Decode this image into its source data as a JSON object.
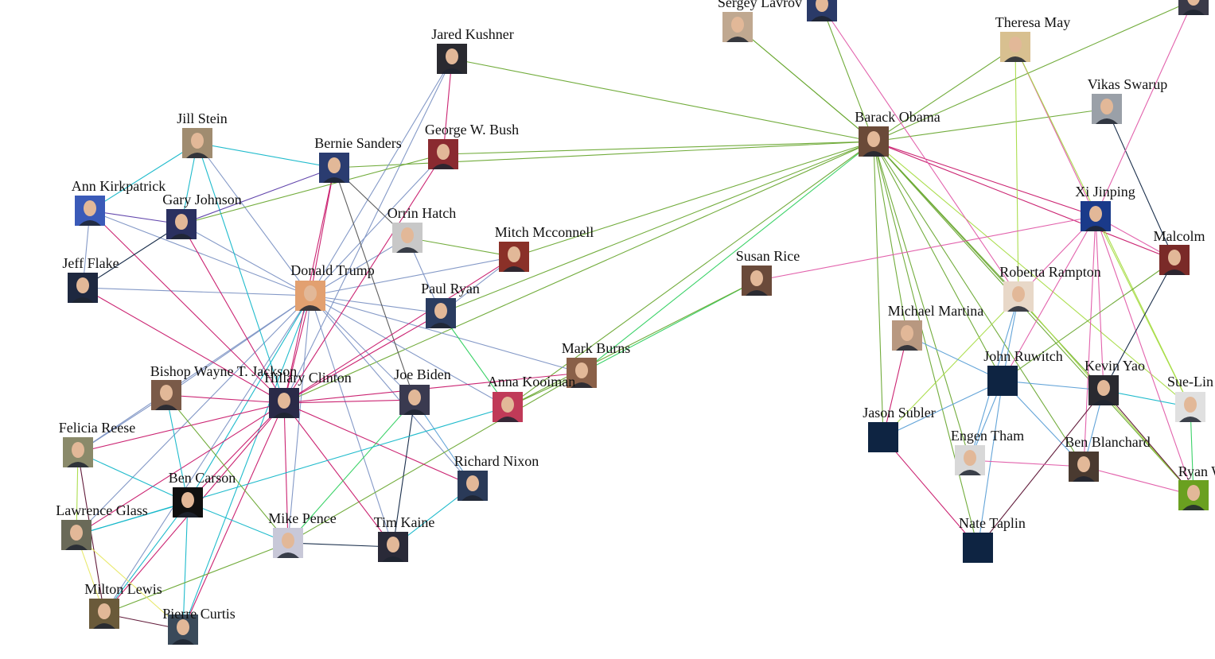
{
  "graph": {
    "colors": {
      "green": "#6aa832",
      "magenta": "#c8186a",
      "pink": "#e05aa8",
      "blue": "#5b9fd6",
      "teal": "#14b7c9",
      "steel": "#7d93c4",
      "purple": "#5a3ca8",
      "gray": "#555555",
      "lime": "#a8dc46",
      "yellow": "#e8e866",
      "brightgreen": "#30d060",
      "navy": "#0e2442",
      "darkred": "#5a1030"
    },
    "nodes": [
      {
        "id": "donald-trump",
        "label": "Donald Trump",
        "kind": "photo",
        "tone": "#e2a070"
      },
      {
        "id": "jared-kushner",
        "label": "Jared Kushner",
        "kind": "photo",
        "tone": "#2a2a30"
      },
      {
        "id": "jill-stein",
        "label": "Jill Stein",
        "kind": "photo",
        "tone": "#a08c70"
      },
      {
        "id": "bernie-sanders",
        "label": "Bernie Sanders",
        "kind": "photo",
        "tone": "#2a3c70"
      },
      {
        "id": "george-w-bush",
        "label": "George W. Bush",
        "kind": "photo",
        "tone": "#8a2a30"
      },
      {
        "id": "ann-kirkpatrick",
        "label": "Ann Kirkpatrick",
        "kind": "photo",
        "tone": "#3a5ab8"
      },
      {
        "id": "gary-johnson",
        "label": "Gary Johnson",
        "kind": "photo",
        "tone": "#2a3060"
      },
      {
        "id": "orrin-hatch",
        "label": "Orrin Hatch",
        "kind": "photo",
        "tone": "#c8c8c8"
      },
      {
        "id": "mitch-mcconnell",
        "label": "Mitch Mcconnell",
        "kind": "photo",
        "tone": "#8a3028"
      },
      {
        "id": "jeff-flake",
        "label": "Jeff Flake",
        "kind": "photo",
        "tone": "#1e2840"
      },
      {
        "id": "paul-ryan",
        "label": "Paul Ryan",
        "kind": "photo",
        "tone": "#2a3c60"
      },
      {
        "id": "susan-rice",
        "label": "Susan Rice",
        "kind": "photo",
        "tone": "#6a4a3a"
      },
      {
        "id": "mark-burns",
        "label": "Mark Burns",
        "kind": "photo",
        "tone": "#8a6048"
      },
      {
        "id": "bishop-wayne-t-jackson",
        "label": "Bishop Wayne T. Jackson",
        "kind": "photo",
        "tone": "#7a5a48"
      },
      {
        "id": "hillary-clinton",
        "label": "Hillary Clinton",
        "kind": "photo",
        "tone": "#2a2a48"
      },
      {
        "id": "joe-biden",
        "label": "Joe Biden",
        "kind": "photo",
        "tone": "#3a3a50"
      },
      {
        "id": "anna-kooiman",
        "label": "Anna Kooiman",
        "kind": "photo",
        "tone": "#c03a58"
      },
      {
        "id": "felicia-reese",
        "label": "Felicia Reese",
        "kind": "photo",
        "tone": "#8a8a6a"
      },
      {
        "id": "ben-carson",
        "label": "Ben Carson",
        "kind": "photo",
        "tone": "#101010"
      },
      {
        "id": "richard-nixon",
        "label": "Richard Nixon",
        "kind": "photo",
        "tone": "#2a3a58"
      },
      {
        "id": "lawrence-glass",
        "label": "Lawrence Glass",
        "kind": "photo",
        "tone": "#6a6a58"
      },
      {
        "id": "mike-pence",
        "label": "Mike Pence",
        "kind": "photo",
        "tone": "#c8c8d8"
      },
      {
        "id": "tim-kaine",
        "label": "Tim Kaine",
        "kind": "photo",
        "tone": "#2a2a38"
      },
      {
        "id": "milton-lewis",
        "label": "Milton Lewis",
        "kind": "photo",
        "tone": "#6a5a3a"
      },
      {
        "id": "pierre-curtis",
        "label": "Pierre Curtis",
        "kind": "photo",
        "tone": "#3a4a5a"
      },
      {
        "id": "sergey-lavrov",
        "label": "Sergey Lavrov",
        "kind": "photo",
        "tone": "#c0a890"
      },
      {
        "id": "kerry-partial",
        "label": "",
        "kind": "photo",
        "tone": "#2a3a68"
      },
      {
        "id": "theresa-may",
        "label": "Theresa May",
        "kind": "photo",
        "tone": "#d8c090"
      },
      {
        "id": "barack-obama",
        "label": "Barack Obama",
        "kind": "photo",
        "tone": "#6a4a38"
      },
      {
        "id": "vikas-swarup",
        "label": "Vikas Swarup",
        "kind": "photo",
        "tone": "#9aa0a8"
      },
      {
        "id": "xi-jinping",
        "label": "Xi Jinping",
        "kind": "photo",
        "tone": "#1a3a8a"
      },
      {
        "id": "malcolm",
        "label": "Malcolm",
        "kind": "photo",
        "tone": "#7a2a28"
      },
      {
        "id": "roberta-rampton",
        "label": "Roberta Rampton",
        "kind": "photo",
        "tone": "#e8d8c8"
      },
      {
        "id": "michael-martina",
        "label": "Michael Martina",
        "kind": "photo",
        "tone": "#b89880"
      },
      {
        "id": "john-ruwitch",
        "label": "John Ruwitch",
        "kind": "square",
        "tone": "#0e2442"
      },
      {
        "id": "kevin-yao",
        "label": "Kevin Yao",
        "kind": "photo",
        "tone": "#2a2a30"
      },
      {
        "id": "sue-lin",
        "label": "Sue-Lin",
        "kind": "photo",
        "tone": "#e0e0e0"
      },
      {
        "id": "jason-subler",
        "label": "Jason Subler",
        "kind": "square",
        "tone": "#0e2442"
      },
      {
        "id": "engen-tham",
        "label": "Engen Tham",
        "kind": "photo",
        "tone": "#d8d8d8"
      },
      {
        "id": "ben-blanchard",
        "label": "Ben Blanchard",
        "kind": "photo",
        "tone": "#4a3a30"
      },
      {
        "id": "ryan",
        "label": "Ryan W",
        "kind": "photo",
        "tone": "#6aa020"
      },
      {
        "id": "nate-taplin",
        "label": "Nate Taplin",
        "kind": "square",
        "tone": "#0e2442"
      },
      {
        "id": "top-right-partial",
        "label": "",
        "kind": "photo",
        "tone": "#3a3a48"
      }
    ],
    "edges": [
      [
        "barack-obama",
        "jared-kushner",
        "green"
      ],
      [
        "barack-obama",
        "george-w-bush",
        "green"
      ],
      [
        "barack-obama",
        "bernie-sanders",
        "green"
      ],
      [
        "barack-obama",
        "mitch-mcconnell",
        "green"
      ],
      [
        "barack-obama",
        "hillary-clinton",
        "green"
      ],
      [
        "barack-obama",
        "paul-ryan",
        "green"
      ],
      [
        "barack-obama",
        "sergey-lavrov",
        "green"
      ],
      [
        "barack-obama",
        "kerry-partial",
        "green"
      ],
      [
        "barack-obama",
        "theresa-may",
        "green"
      ],
      [
        "barack-obama",
        "vikas-swarup",
        "green"
      ],
      [
        "barack-obama",
        "xi-jinping",
        "magenta"
      ],
      [
        "barack-obama",
        "malcolm",
        "magenta"
      ],
      [
        "barack-obama",
        "roberta-rampton",
        "green"
      ],
      [
        "barack-obama",
        "michael-martina",
        "green"
      ],
      [
        "barack-obama",
        "john-ruwitch",
        "green"
      ],
      [
        "barack-obama",
        "kevin-yao",
        "green"
      ],
      [
        "barack-obama",
        "jason-subler",
        "green"
      ],
      [
        "barack-obama",
        "engen-tham",
        "green"
      ],
      [
        "barack-obama",
        "ben-blanchard",
        "green"
      ],
      [
        "barack-obama",
        "ryan",
        "green"
      ],
      [
        "barack-obama",
        "nate-taplin",
        "green"
      ],
      [
        "barack-obama",
        "mark-burns",
        "brightgreen"
      ],
      [
        "barack-obama",
        "anna-kooiman",
        "green"
      ],
      [
        "barack-obama",
        "top-right-partial",
        "green"
      ],
      [
        "barack-obama",
        "sue-lin",
        "lime"
      ],
      [
        "sergey-lavrov",
        "barack-obama",
        "green"
      ],
      [
        "kerry-partial",
        "roberta-rampton",
        "pink"
      ],
      [
        "theresa-may",
        "xi-jinping",
        "pink"
      ],
      [
        "theresa-may",
        "roberta-rampton",
        "lime"
      ],
      [
        "theresa-may",
        "sue-lin",
        "lime"
      ],
      [
        "vikas-swarup",
        "malcolm",
        "navy"
      ],
      [
        "xi-jinping",
        "roberta-rampton",
        "pink"
      ],
      [
        "xi-jinping",
        "john-ruwitch",
        "pink"
      ],
      [
        "xi-jinping",
        "ben-blanchard",
        "pink"
      ],
      [
        "xi-jinping",
        "kevin-yao",
        "pink"
      ],
      [
        "xi-jinping",
        "malcolm",
        "pink"
      ],
      [
        "xi-jinping",
        "ryan",
        "pink"
      ],
      [
        "xi-jinping",
        "sue-lin",
        "lime"
      ],
      [
        "xi-jinping",
        "susan-rice",
        "pink"
      ],
      [
        "xi-jinping",
        "top-right-partial",
        "pink"
      ],
      [
        "malcolm",
        "john-ruwitch",
        "green"
      ],
      [
        "malcolm",
        "kevin-yao",
        "navy"
      ],
      [
        "roberta-rampton",
        "john-ruwitch",
        "blue"
      ],
      [
        "roberta-rampton",
        "engen-tham",
        "blue"
      ],
      [
        "roberta-rampton",
        "jason-subler",
        "lime"
      ],
      [
        "roberta-rampton",
        "ryan",
        "lime"
      ],
      [
        "michael-martina",
        "john-ruwitch",
        "blue"
      ],
      [
        "michael-martina",
        "jason-subler",
        "magenta"
      ],
      [
        "john-ruwitch",
        "jason-subler",
        "blue"
      ],
      [
        "john-ruwitch",
        "engen-tham",
        "blue"
      ],
      [
        "john-ruwitch",
        "nate-taplin",
        "blue"
      ],
      [
        "john-ruwitch",
        "kevin-yao",
        "blue"
      ],
      [
        "john-ruwitch",
        "ben-blanchard",
        "blue"
      ],
      [
        "kevin-yao",
        "ben-blanchard",
        "blue"
      ],
      [
        "kevin-yao",
        "ryan",
        "darkred"
      ],
      [
        "kevin-yao",
        "nate-taplin",
        "darkred"
      ],
      [
        "kevin-yao",
        "sue-lin",
        "teal"
      ],
      [
        "ben-blanchard",
        "engen-tham",
        "pink"
      ],
      [
        "ben-blanchard",
        "ryan",
        "pink"
      ],
      [
        "jason-subler",
        "nate-taplin",
        "magenta"
      ],
      [
        "sue-lin",
        "ryan",
        "brightgreen"
      ],
      [
        "donald-trump",
        "jared-kushner",
        "steel"
      ],
      [
        "donald-trump",
        "jill-stein",
        "steel"
      ],
      [
        "donald-trump",
        "bernie-sanders",
        "magenta"
      ],
      [
        "donald-trump",
        "ann-kirkpatrick",
        "steel"
      ],
      [
        "donald-trump",
        "gary-johnson",
        "steel"
      ],
      [
        "donald-trump",
        "orrin-hatch",
        "steel"
      ],
      [
        "donald-trump",
        "mitch-mcconnell",
        "steel"
      ],
      [
        "donald-trump",
        "jeff-flake",
        "steel"
      ],
      [
        "donald-trump",
        "paul-ryan",
        "steel"
      ],
      [
        "donald-trump",
        "mark-burns",
        "steel"
      ],
      [
        "donald-trump",
        "hillary-clinton",
        "magenta"
      ],
      [
        "donald-trump",
        "joe-biden",
        "steel"
      ],
      [
        "donald-trump",
        "anna-kooiman",
        "steel"
      ],
      [
        "donald-trump",
        "bishop-wayne-t-jackson",
        "steel"
      ],
      [
        "donald-trump",
        "felicia-reese",
        "steel"
      ],
      [
        "donald-trump",
        "ben-carson",
        "teal"
      ],
      [
        "donald-trump",
        "richard-nixon",
        "steel"
      ],
      [
        "donald-trump",
        "mike-pence",
        "steel"
      ],
      [
        "donald-trump",
        "tim-kaine",
        "steel"
      ],
      [
        "donald-trump",
        "lawrence-glass",
        "steel"
      ],
      [
        "donald-trump",
        "milton-lewis",
        "steel"
      ],
      [
        "donald-trump",
        "pierre-curtis",
        "teal"
      ],
      [
        "donald-trump",
        "george-w-bush",
        "steel"
      ],
      [
        "jared-kushner",
        "george-w-bush",
        "magenta"
      ],
      [
        "jared-kushner",
        "hillary-clinton",
        "steel"
      ],
      [
        "jill-stein",
        "bernie-sanders",
        "teal"
      ],
      [
        "jill-stein",
        "ann-kirkpatrick",
        "teal"
      ],
      [
        "jill-stein",
        "gary-johnson",
        "teal"
      ],
      [
        "jill-stein",
        "hillary-clinton",
        "teal"
      ],
      [
        "bernie-sanders",
        "gary-johnson",
        "purple"
      ],
      [
        "bernie-sanders",
        "hillary-clinton",
        "magenta"
      ],
      [
        "bernie-sanders",
        "joe-biden",
        "gray"
      ],
      [
        "bernie-sanders",
        "orrin-hatch",
        "gray"
      ],
      [
        "george-w-bush",
        "hillary-clinton",
        "magenta"
      ],
      [
        "george-w-bush",
        "gary-johnson",
        "green"
      ],
      [
        "ann-kirkpatrick",
        "gary-johnson",
        "purple"
      ],
      [
        "ann-kirkpatrick",
        "hillary-clinton",
        "magenta"
      ],
      [
        "ann-kirkpatrick",
        "jeff-flake",
        "steel"
      ],
      [
        "gary-johnson",
        "hillary-clinton",
        "magenta"
      ],
      [
        "gary-johnson",
        "jeff-flake",
        "navy"
      ],
      [
        "orrin-hatch",
        "mitch-mcconnell",
        "green"
      ],
      [
        "orrin-hatch",
        "paul-ryan",
        "steel"
      ],
      [
        "mitch-mcconnell",
        "paul-ryan",
        "steel"
      ],
      [
        "mitch-mcconnell",
        "hillary-clinton",
        "magenta"
      ],
      [
        "jeff-flake",
        "hillary-clinton",
        "magenta"
      ],
      [
        "paul-ryan",
        "hillary-clinton",
        "magenta"
      ],
      [
        "paul-ryan",
        "anna-kooiman",
        "brightgreen"
      ],
      [
        "mark-burns",
        "hillary-clinton",
        "magenta"
      ],
      [
        "mark-burns",
        "anna-kooiman",
        "green"
      ],
      [
        "mark-burns",
        "mike-pence",
        "green"
      ],
      [
        "hillary-clinton",
        "joe-biden",
        "magenta"
      ],
      [
        "hillary-clinton",
        "bishop-wayne-t-jackson",
        "magenta"
      ],
      [
        "hillary-clinton",
        "felicia-reese",
        "magenta"
      ],
      [
        "hillary-clinton",
        "ben-carson",
        "magenta"
      ],
      [
        "hillary-clinton",
        "richard-nixon",
        "magenta"
      ],
      [
        "hillary-clinton",
        "mike-pence",
        "magenta"
      ],
      [
        "hillary-clinton",
        "tim-kaine",
        "magenta"
      ],
      [
        "hillary-clinton",
        "lawrence-glass",
        "magenta"
      ],
      [
        "hillary-clinton",
        "milton-lewis",
        "magenta"
      ],
      [
        "hillary-clinton",
        "pierre-curtis",
        "magenta"
      ],
      [
        "joe-biden",
        "tim-kaine",
        "navy"
      ],
      [
        "joe-biden",
        "richard-nixon",
        "blue"
      ],
      [
        "joe-biden",
        "mike-pence",
        "brightgreen"
      ],
      [
        "anna-kooiman",
        "lawrence-glass",
        "teal"
      ],
      [
        "bishop-wayne-t-jackson",
        "ben-carson",
        "teal"
      ],
      [
        "bishop-wayne-t-jackson",
        "felicia-reese",
        "steel"
      ],
      [
        "bishop-wayne-t-jackson",
        "mike-pence",
        "green"
      ],
      [
        "felicia-reese",
        "ben-carson",
        "teal"
      ],
      [
        "felicia-reese",
        "lawrence-glass",
        "lime"
      ],
      [
        "felicia-reese",
        "milton-lewis",
        "darkred"
      ],
      [
        "ben-carson",
        "lawrence-glass",
        "teal"
      ],
      [
        "ben-carson",
        "milton-lewis",
        "teal"
      ],
      [
        "ben-carson",
        "mike-pence",
        "teal"
      ],
      [
        "ben-carson",
        "pierre-curtis",
        "teal"
      ],
      [
        "mike-pence",
        "tim-kaine",
        "navy"
      ],
      [
        "mike-pence",
        "milton-lewis",
        "green"
      ],
      [
        "tim-kaine",
        "richard-nixon",
        "teal"
      ],
      [
        "lawrence-glass",
        "milton-lewis",
        "yellow"
      ],
      [
        "lawrence-glass",
        "pierre-curtis",
        "yellow"
      ],
      [
        "milton-lewis",
        "pierre-curtis",
        "darkred"
      ],
      [
        "susan-rice",
        "mark-burns",
        "brightgreen"
      ],
      [
        "susan-rice",
        "anna-kooiman",
        "green"
      ]
    ]
  }
}
